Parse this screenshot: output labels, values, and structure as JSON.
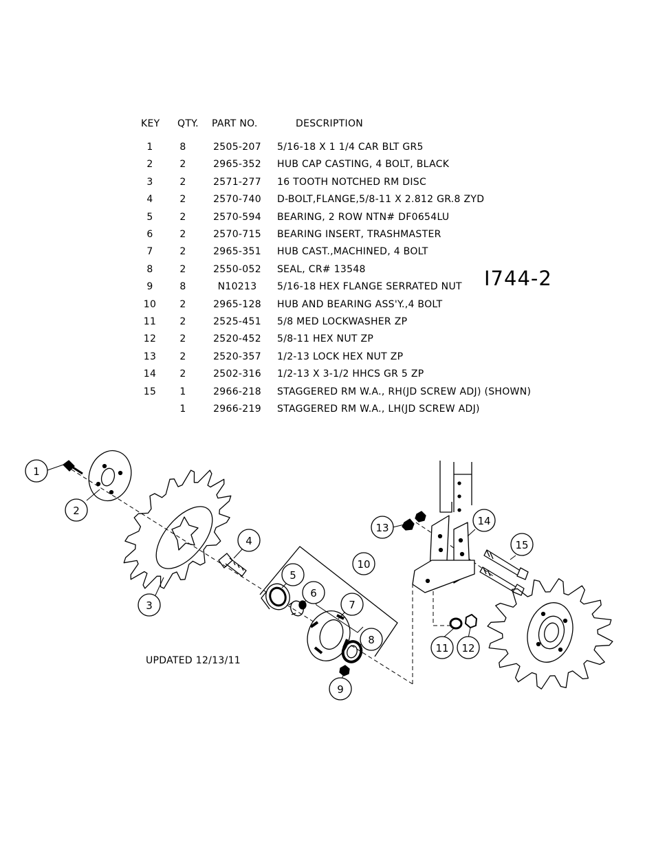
{
  "table": {
    "headers": {
      "key": "KEY",
      "qty": "QTY.",
      "part": "PART NO.",
      "desc": "DESCRIPTION"
    },
    "rows": [
      {
        "key": "1",
        "qty": "8",
        "part": "2505-207",
        "desc": "5/16-18 X 1 1/4 CAR BLT GR5"
      },
      {
        "key": "2",
        "qty": "2",
        "part": "2965-352",
        "desc": "HUB CAP CASTING, 4 BOLT, BLACK"
      },
      {
        "key": "3",
        "qty": "2",
        "part": "2571-277",
        "desc": "16 TOOTH NOTCHED RM DISC"
      },
      {
        "key": "4",
        "qty": "2",
        "part": "2570-740",
        "desc": "D-BOLT,FLANGE,5/8-11 X 2.812 GR.8 ZYD"
      },
      {
        "key": "5",
        "qty": "2",
        "part": "2570-594",
        "desc": "BEARING, 2 ROW NTN# DF0654LU"
      },
      {
        "key": "6",
        "qty": "2",
        "part": "2570-715",
        "desc": "BEARING INSERT, TRASHMASTER"
      },
      {
        "key": "7",
        "qty": "2",
        "part": "2965-351",
        "desc": "HUB CAST.,MACHINED, 4 BOLT"
      },
      {
        "key": "8",
        "qty": "2",
        "part": "2550-052",
        "desc": "SEAL, CR# 13548"
      },
      {
        "key": "9",
        "qty": "8",
        "part": "N10213",
        "desc": "5/16-18 HEX FLANGE SERRATED NUT"
      },
      {
        "key": "10",
        "qty": "2",
        "part": "2965-128",
        "desc": "HUB AND BEARING ASS'Y.,4 BOLT"
      },
      {
        "key": "11",
        "qty": "2",
        "part": "2525-451",
        "desc": "5/8 MED LOCKWASHER ZP"
      },
      {
        "key": "12",
        "qty": "2",
        "part": "2520-452",
        "desc": "5/8-11 HEX NUT ZP"
      },
      {
        "key": "13",
        "qty": "2",
        "part": "2520-357",
        "desc": "1/2-13 LOCK HEX NUT ZP"
      },
      {
        "key": "14",
        "qty": "2",
        "part": "2502-316",
        "desc": "1/2-13 X 3-1/2 HHCS GR 5 ZP"
      },
      {
        "key": "15",
        "qty": "1",
        "part": "2966-218",
        "desc": "STAGGERED RM W.A., RH(JD SCREW ADJ) (SHOWN)"
      },
      {
        "key": "",
        "qty": "1",
        "part": "2966-219",
        "desc": "STAGGERED RM W.A., LH(JD SCREW ADJ)"
      }
    ]
  },
  "drawing_number": "I744-2",
  "updated": "UPDATED 12/13/11",
  "callouts": [
    "1",
    "2",
    "3",
    "4",
    "5",
    "6",
    "7",
    "8",
    "9",
    "10",
    "11",
    "12",
    "13",
    "14",
    "15"
  ]
}
